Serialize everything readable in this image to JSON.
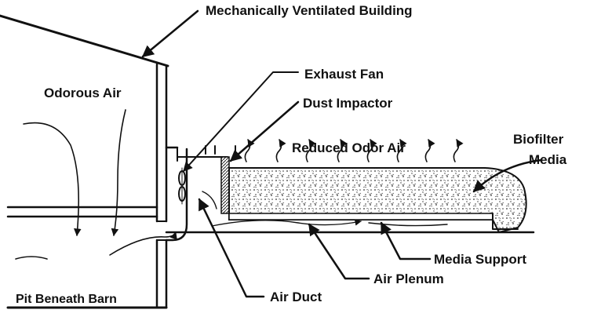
{
  "labels": {
    "building": "Mechanically Ventilated Building",
    "odorous_air": "Odorous Air",
    "exhaust_fan": "Exhaust Fan",
    "dust_impactor": "Dust Impactor",
    "reduced_odor_air": "Reduced Odor Air",
    "biofilter_line1": "Biofilter",
    "biofilter_line2": "Media",
    "media_support": "Media Support",
    "air_plenum": "Air Plenum",
    "air_duct": "Air Duct",
    "pit": "Pit Beneath Barn"
  },
  "colors": {
    "ink": "#111111",
    "background": "#ffffff"
  }
}
